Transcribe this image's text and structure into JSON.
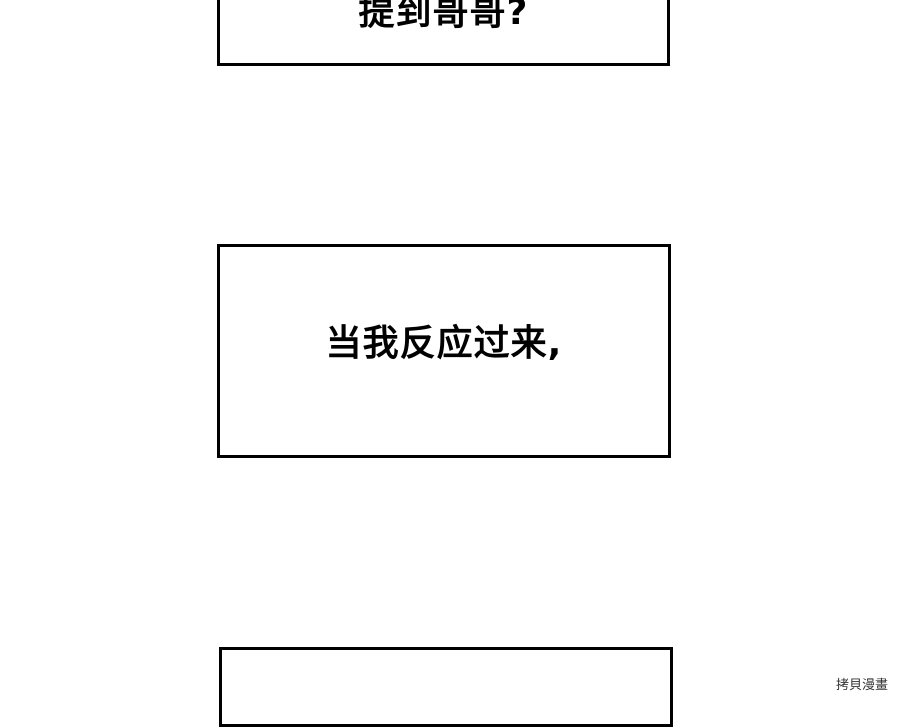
{
  "panels": {
    "top": {
      "text": "提到哥哥?"
    },
    "middle": {
      "text": "当我反应过来,"
    },
    "bottom": {
      "text": ""
    }
  },
  "watermark": {
    "text": "拷貝漫畫"
  },
  "colors": {
    "background": "#ffffff",
    "border": "#000000",
    "text": "#000000"
  }
}
